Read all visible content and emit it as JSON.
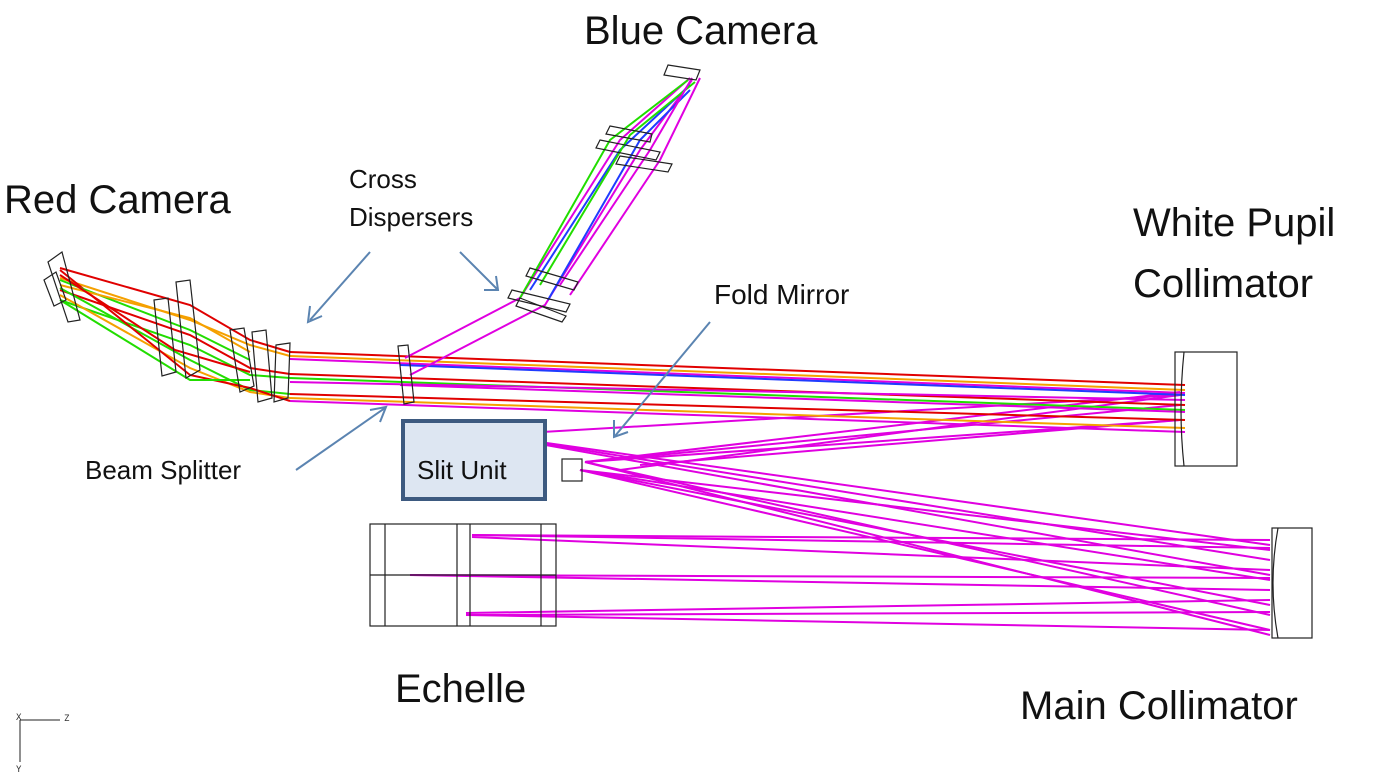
{
  "labels": {
    "blue_camera": "Blue Camera",
    "red_camera": "Red Camera",
    "cross_dispersers_1": "Cross",
    "cross_dispersers_2": "Dispersers",
    "white_pupil_1": "White Pupil",
    "white_pupil_2": "Collimator",
    "fold_mirror": "Fold Mirror",
    "beam_splitter": "Beam Splitter",
    "slit_unit": "Slit Unit",
    "echelle": "Echelle",
    "main_collimator": "Main Collimator"
  },
  "axes": {
    "horizontal": "Z",
    "vertical": "Y",
    "origin": "X"
  },
  "colors": {
    "pointer": "#5b84b1",
    "ray_red": "#e00000",
    "ray_orange": "#f5a000",
    "ray_green": "#22dd00",
    "ray_blue": "#1f3cff",
    "ray_magenta": "#e000e0",
    "slit_border": "#3d5a80",
    "slit_fill": "#dde6f2"
  }
}
